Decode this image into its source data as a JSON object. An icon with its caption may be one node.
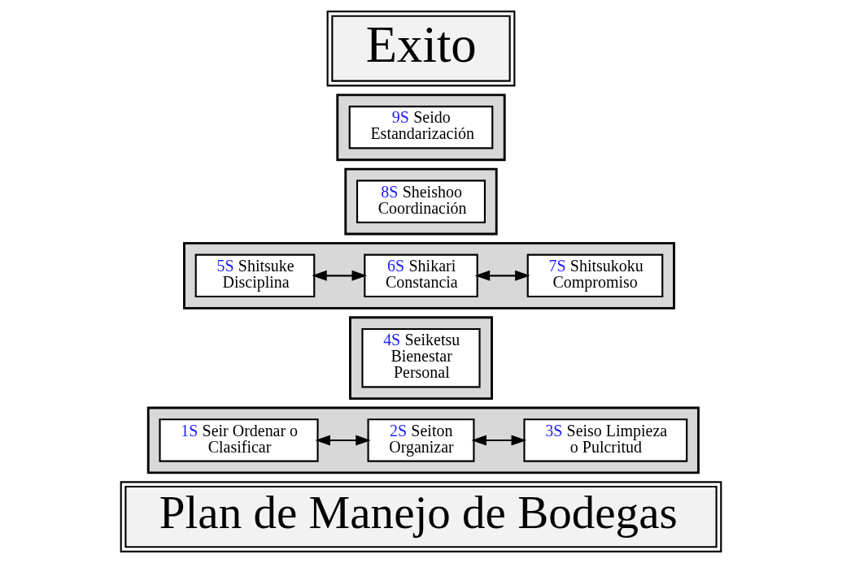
{
  "diagram": {
    "nodes": [
      {
        "text": [
          "Exito"
        ]
      },
      {
        "text": [],
        "shape": "box"
      },
      {
        "text": [
          "9S Seido Estandarización"
        ],
        "in": 1
      },
      {
        "text": [],
        "shape": "box"
      },
      {
        "text": [
          "8S Sheishoo Coordinación"
        ],
        "in": 3
      },
      {
        "text": [],
        "shape": "box"
      },
      {
        "text": [
          "5S Shitsuke Disciplina"
        ],
        "in": 5
      },
      {
        "text": [
          "6S Shikari Constancia"
        ],
        "in": 5
      },
      {
        "text": [
          "7S Shitsukoku Compromiso"
        ],
        "in": 5
      },
      {
        "text": [],
        "shape": "box"
      },
      {
        "text": [
          "4S Seiketsu Bienestar Personal"
        ],
        "in": 9
      },
      {
        "text": [],
        "shape": "box"
      },
      {
        "text": [
          "1S Seir Ordenar o Clasificar"
        ],
        "in": 11
      },
      {
        "text": [
          "2S Seiton Organizar"
        ],
        "in": 11
      },
      {
        "text": [
          "3S Seiso Limpieza o Pulcritud"
        ],
        "in": 11
      },
      {
        "text": [
          "Plan de Manejo de Bodegas"
        ]
      }
    ],
    "edges": [
      {
        "from": 6,
        "to": 7,
        "arrow": "both"
      },
      {
        "from": 7,
        "to": 8,
        "arrow": "both"
      },
      {
        "from": 12,
        "to": 13,
        "arrow": "both"
      },
      {
        "from": 13,
        "to": 14,
        "arrow": "both"
      }
    ]
  }
}
